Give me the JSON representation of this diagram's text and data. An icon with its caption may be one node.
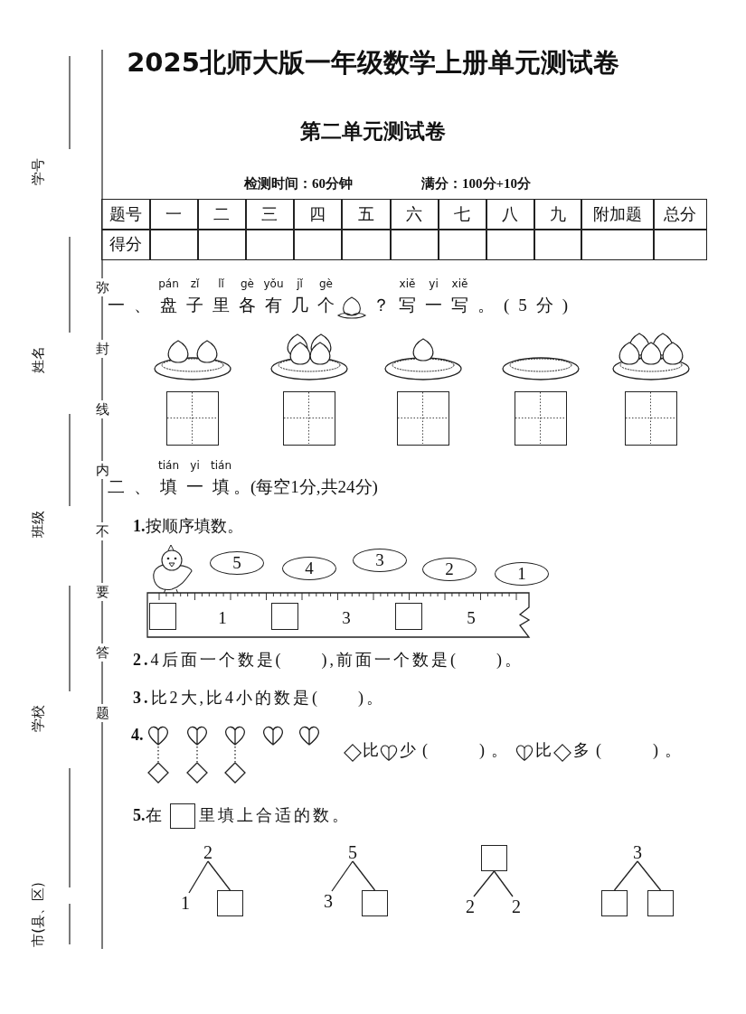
{
  "diagram": {
    "title": "2025北师大版一年级数学上册单元测试卷",
    "nodes": [
      {
        "text": [
          "5"
        ]
      },
      {
        "text": [
          "4"
        ]
      },
      {
        "text": [
          "3"
        ]
      },
      {
        "text": [
          "2"
        ]
      },
      {
        "text": [
          "1"
        ]
      },
      {
        "text": [],
        "shape": "heart"
      },
      {
        "text": [],
        "shape": "heart"
      },
      {
        "text": [],
        "shape": "heart"
      },
      {
        "text": [],
        "shape": "heart"
      },
      {
        "text": [],
        "shape": "heart"
      },
      {
        "text": [],
        "shape": "diamond"
      },
      {
        "text": [],
        "shape": "diamond"
      },
      {
        "text": [],
        "shape": "diamond"
      },
      {
        "text": [
          "2"
        ]
      },
      {
        "text": [
          "1"
        ]
      },
      {
        "text": [],
        "shape": "box"
      },
      {
        "text": [
          "5"
        ]
      },
      {
        "text": [
          "3"
        ]
      },
      {
        "text": [],
        "shape": "box"
      },
      {
        "text": [],
        "shape": "box"
      },
      {
        "text": [
          "2"
        ]
      },
      {
        "text": [
          "2"
        ]
      },
      {
        "text": [
          "3"
        ]
      },
      {
        "text": [],
        "shape": "box"
      },
      {
        "text": [],
        "shape": "box"
      },
      {
        "text": [],
        "shape": "box"
      },
      {
        "text": [],
        "shape": "box"
      },
      {
        "text": [],
        "shape": "box"
      }
    ],
    "edges": [
      {
        "from": 5,
        "to": 10,
        "arrow": "none",
        "style": "dashed"
      },
      {
        "from": 6,
        "to": 11,
        "arrow": "none",
        "style": "dashed"
      },
      {
        "from": 7,
        "to": 12,
        "arrow": "none",
        "style": "dashed"
      },
      {
        "from": 13,
        "to": 14,
        "arrow": "none"
      },
      {
        "from": 13,
        "to": 15,
        "arrow": "none"
      },
      {
        "from": 16,
        "to": 17,
        "arrow": "none"
      },
      {
        "from": 16,
        "to": 18,
        "arrow": "none"
      },
      {
        "from": 19,
        "to": 20,
        "arrow": "none"
      },
      {
        "from": 19,
        "to": 21,
        "arrow": "none"
      },
      {
        "from": 22,
        "to": 23,
        "arrow": "none"
      },
      {
        "from": 22,
        "to": 24,
        "arrow": "none"
      }
    ],
    "labels": [
      "第二单元测试卷",
      "检测时间：60分钟",
      "满分：100分+10分",
      "题号",
      "一",
      "二",
      "三",
      "四",
      "五",
      "六",
      "七",
      "八",
      "九",
      "附加题",
      "总分",
      "得分",
      "pán",
      "zǐ",
      "lǐ",
      "gè",
      "yǒu",
      "jǐ",
      "gè",
      "xiě",
      "yi",
      "xiě",
      "一、盘子里各有几个",
      "？写一写。(5分)",
      "tián",
      "yi",
      "tián",
      "二、填一填",
      "。(每空1分,共24分)",
      "**1.**按顺序填数。",
      "1",
      "3",
      "5",
      "**2.**4后面一个数是(　　),前面一个数是(　　)。",
      "**3.**比2大,比4小的数是(　　)。",
      "**4.**",
      "比",
      "少(　　)。",
      "比",
      "多(　　)。",
      "**5.**在",
      "里填上合适的数。",
      "学号",
      "姓名",
      "班级",
      "学校",
      "市(县、区)",
      "弥",
      "封",
      "线",
      "内",
      "不",
      "要",
      "答",
      "题"
    ]
  }
}
